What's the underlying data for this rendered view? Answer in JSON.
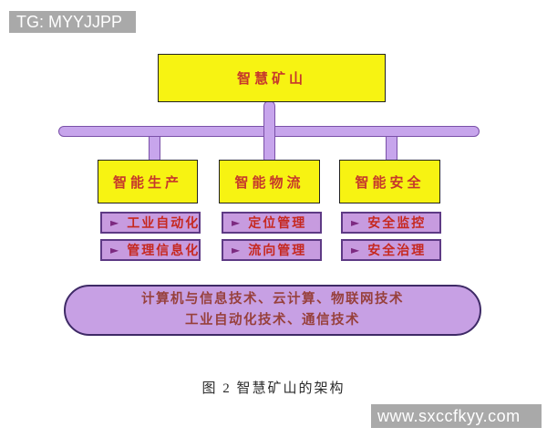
{
  "watermarks": {
    "top_left": "TG: MYYJJPP",
    "bottom_right": "www.sxccfkyy.com"
  },
  "diagram": {
    "root_label": "智慧矿山",
    "branches": [
      {
        "header": "智能生产",
        "items": [
          {
            "icon": "►",
            "label": "工业自动化"
          },
          {
            "icon": "►",
            "label": "管理信息化"
          }
        ]
      },
      {
        "header": "智能物流",
        "items": [
          {
            "icon": "►",
            "label": "定位管理"
          },
          {
            "icon": "►",
            "label": "流向管理"
          }
        ]
      },
      {
        "header": "智能安全",
        "items": [
          {
            "icon": "►",
            "label": "安全监控"
          },
          {
            "icon": "►",
            "label": "安全治理"
          }
        ]
      }
    ],
    "foundation": {
      "line1": "计算机与信息技术、云计算、物联网技术",
      "line2": "工业自动化技术、通信技术"
    },
    "caption": "图 2  智慧矿山的架构"
  },
  "colors": {
    "node_yellow": "#f7f312",
    "item_purple": "#c79bdf",
    "connector_purple": "#c7a5ec",
    "foundation_purple": "#c7a0e4",
    "label_red": "#c6382b",
    "foundation_text_red": "#97403c",
    "watermark_gray": "#a9a9a9"
  }
}
